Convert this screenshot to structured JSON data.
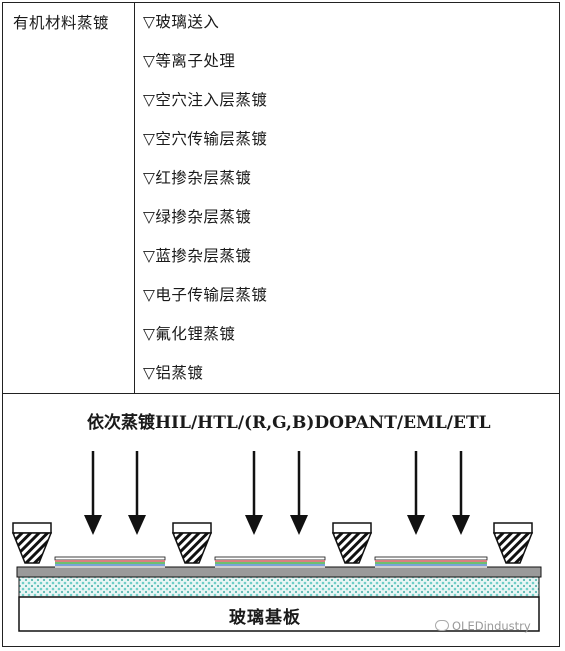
{
  "table": {
    "left_label": "有机材料蒸镀",
    "steps": [
      "▽玻璃送入",
      "▽等离子处理",
      "▽空穴注入层蒸镀",
      "▽空穴传输层蒸镀",
      "▽红掺杂层蒸镀",
      "▽绿掺杂层蒸镀",
      "▽蓝掺杂层蒸镀",
      "▽电子传输层蒸镀",
      "▽氟化锂蒸镀",
      "▽铝蒸镀"
    ]
  },
  "diagram": {
    "heading": "依次蒸镀HIL/HTL/(R,G,B)DOPANT/EML/ETL",
    "substrate_label": "玻璃基板",
    "watermark": "OLEDindustry"
  },
  "colors": {
    "line": "#222222",
    "substrate_dots": "#6fcfc8",
    "bar_gray": "#9a9a9a",
    "stripe_red": "#d98080",
    "stripe_green": "#6fbf6f",
    "stripe_blue": "#7aa3d6"
  }
}
